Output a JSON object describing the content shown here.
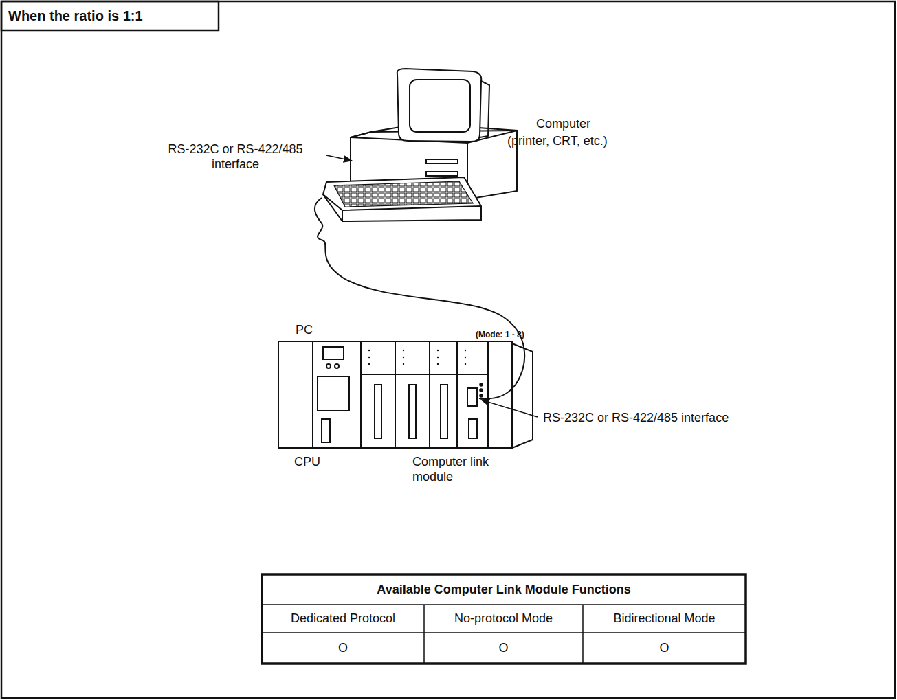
{
  "diagram": {
    "title": "When the ratio is 1:1",
    "labels": [
      "Computer",
      "(printer, CRT, etc.)",
      "RS-232C or RS-422/485 interface",
      "PC",
      "(Mode: 1 - 8)",
      "RS-232C or RS-422/485 interface",
      "CPU",
      "Computer link module",
      "Available Computer Link Module Functions",
      "Dedicated Protocol",
      "No-protocol Mode",
      "Bidirectional Mode",
      "O",
      "O",
      "O"
    ]
  }
}
